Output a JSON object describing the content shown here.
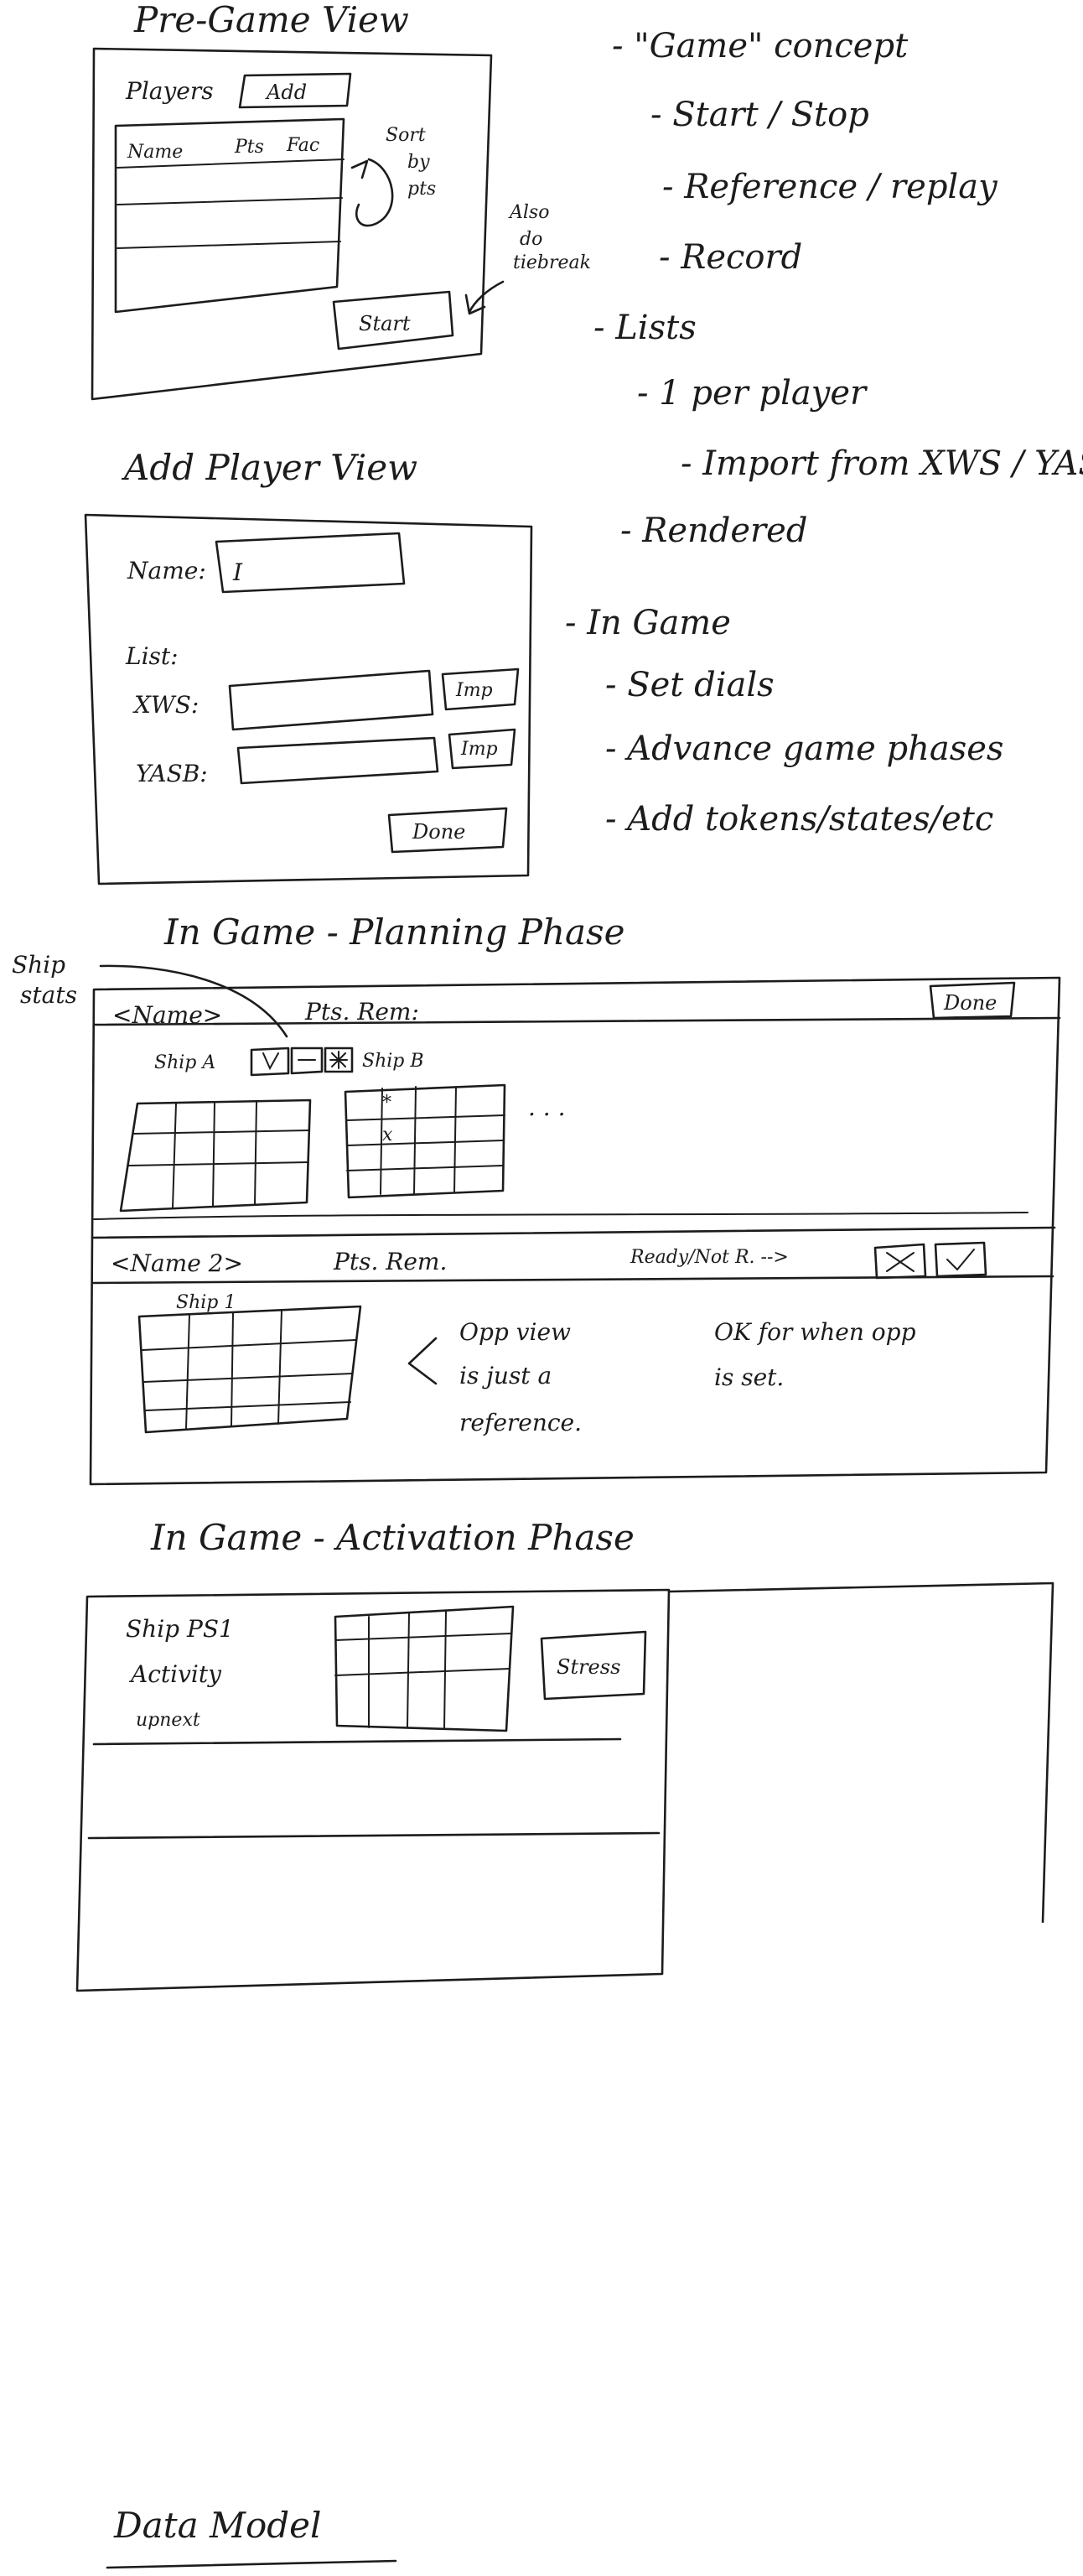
{
  "pregame": {
    "title": "Pre-Game View",
    "players_label": "Players",
    "add_button": "Add",
    "columns": [
      "Name",
      "Pts",
      "Fac"
    ],
    "sort_note": [
      "Sort",
      "by",
      "pts"
    ],
    "start_button": "Start",
    "tiebreak_note": [
      "Also",
      "do",
      "tiebreak"
    ]
  },
  "concepts": {
    "items": [
      "- \"Game\" concept",
      "- Start / Stop",
      "- Reference / replay",
      "- Record",
      "- Lists",
      "- 1 per player",
      "- Import from XWS / YASB",
      "- Rendered",
      "- In Game",
      "- Set dials",
      "- Advance game phases",
      "- Add tokens/states/etc"
    ]
  },
  "addplayer": {
    "title": "Add Player View",
    "name_label": "Name:",
    "cursor": "I",
    "list_label": "List:",
    "xws_label": "XWS:",
    "yasb_label": "YASB:",
    "import_button": "Imp",
    "done_button": "Done"
  },
  "planning": {
    "title": "In Game - Planning Phase",
    "ship_stats_note": [
      "Ship",
      "stats"
    ],
    "player1_name": "<Name>",
    "pts_rem": "Pts. Rem:",
    "done_button": "Done",
    "ship_a": "Ship A",
    "ship_b": "Ship B",
    "ellipsis": ". . .",
    "player2_name": "<Name 2>",
    "pts_rem2": "Pts. Rem.",
    "ready_label": "Ready/Not R. -->",
    "ship1": "Ship 1",
    "opp_note": [
      "Opp view",
      "is just a",
      "reference."
    ],
    "ok_note": [
      "OK for when opp",
      "is set."
    ]
  },
  "activation": {
    "title": "In Game - Activation Phase",
    "ship_label": [
      "Ship PS1",
      "Activity",
      "upnext"
    ],
    "stress_button": "Stress"
  },
  "datamodel": {
    "title": "Data Model"
  }
}
